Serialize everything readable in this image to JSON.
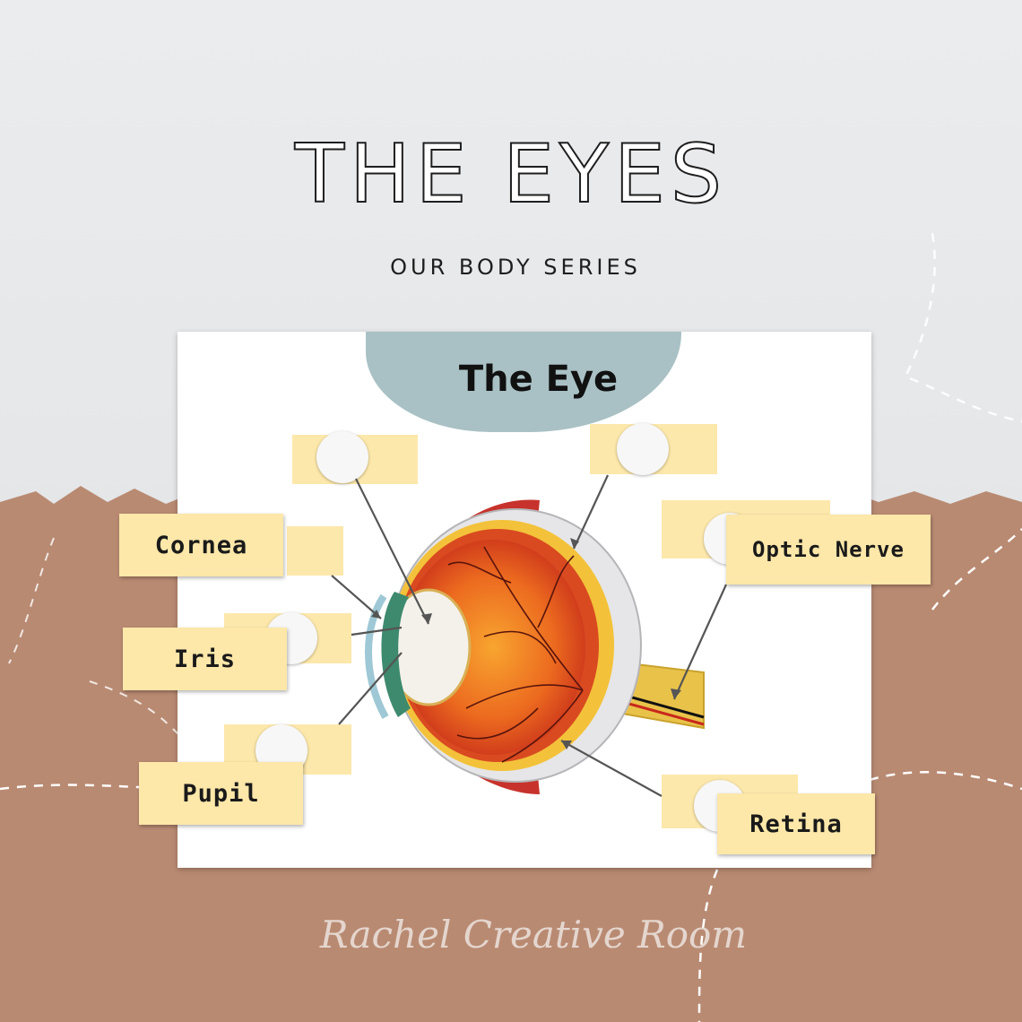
{
  "header": {
    "title": "The Eyes",
    "subtitle": "OUR BODY SERIES"
  },
  "card": {
    "title": "The Eye"
  },
  "labels": {
    "cornea": "Cornea",
    "iris": "Iris",
    "pupil": "Pupil",
    "optic_nerve": "Optic Nerve",
    "retina": "Retina"
  },
  "footer": {
    "signature": "Rachel Creative Room"
  },
  "colors": {
    "top_background": "#e8eaec",
    "bottom_background": "#b98a72",
    "label_fill": "#fde7a9",
    "title_blob": "#a9c1c4"
  }
}
